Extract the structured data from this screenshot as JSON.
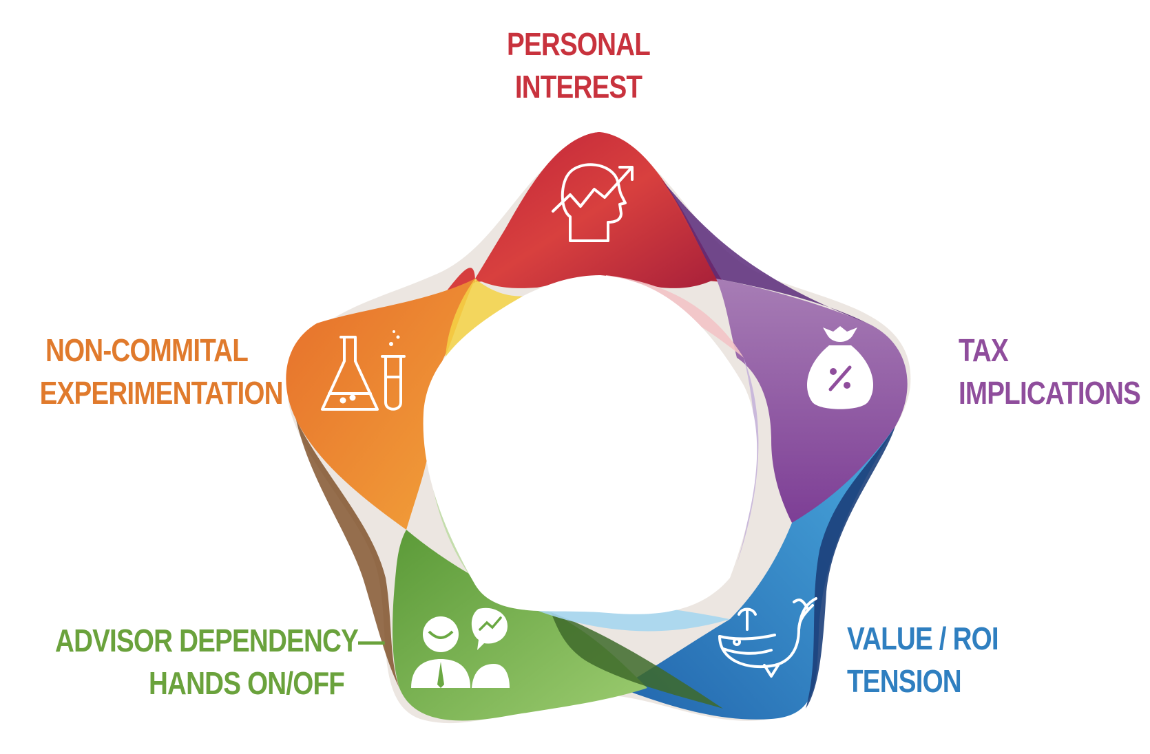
{
  "colors": {
    "red": "#c8323d",
    "purple": "#8f4d9c",
    "blue": "#2f84c4",
    "green": "#6aa842",
    "orange": "#e87b2d",
    "label_red": "#c8323d",
    "label_purple": "#8f4d9c",
    "label_blue": "#2f7fc0",
    "label_green": "#6aa23c",
    "label_orange": "#e07a2c"
  },
  "segments": [
    {
      "id": "personal-interest",
      "icon": "head-growth-icon",
      "lines": [
        "PERSONAL",
        "INTEREST"
      ]
    },
    {
      "id": "tax-implications",
      "icon": "money-bag-percent-icon",
      "lines": [
        "TAX",
        "IMPLICATIONS"
      ]
    },
    {
      "id": "value-roi-tension",
      "icon": "whale-icon",
      "lines": [
        "VALUE / ROI",
        "TENSION"
      ]
    },
    {
      "id": "advisor-dependency",
      "icon": "advisor-client-icon",
      "lines": [
        "ADVISOR DEPENDENCY—",
        "HANDS ON/OFF"
      ]
    },
    {
      "id": "non-commital-experimentation",
      "icon": "lab-flask-icon",
      "lines": [
        "NON-COMMITAL",
        "EXPERIMENTATION"
      ]
    }
  ]
}
